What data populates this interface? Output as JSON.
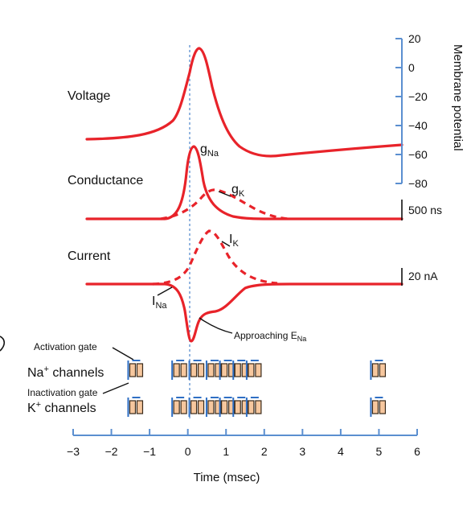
{
  "rows": {
    "voltage_label": "Voltage",
    "conductance_label": "Conductance",
    "current_label": "Current"
  },
  "trace_labels": {
    "g_na_main": "g",
    "g_na_sub": "Na",
    "g_k_main": "g",
    "g_k_sub": "K",
    "i_k_main": "I",
    "i_k_sub": "K",
    "i_na_main": "I",
    "i_na_sub": "Na",
    "approaching_main": "Approaching E",
    "approaching_sub": "Na"
  },
  "membrane_axis": {
    "label": "Membrane potential",
    "ticks": [
      "20",
      "0",
      "−20",
      "−40",
      "−60",
      "−80"
    ],
    "tick_values": [
      20,
      0,
      -20,
      -40,
      -60,
      -80
    ]
  },
  "scale_bars": {
    "conductance": "500 ns",
    "current": "20 nA"
  },
  "channels": {
    "activation_gate_label": "Activation gate",
    "na_label_main": "Na",
    "na_label_sup": "+",
    "na_label_tail": " channels",
    "inactivation_gate_label": "Inactivation gate",
    "k_label_main": "K",
    "k_label_sup": "+",
    "k_label_tail": " channels",
    "na_channel_times": [
      -1.35,
      -0.2,
      0.25,
      0.7,
      1.05,
      1.4,
      1.75,
      5.0
    ],
    "k_channel_times": [
      -1.35,
      -0.2,
      0.25,
      0.7,
      1.05,
      1.4,
      1.75,
      5.0
    ]
  },
  "time_axis": {
    "label": "Time (msec)",
    "ticks": [
      "−3",
      "−2",
      "−1",
      "0",
      "1",
      "2",
      "3",
      "4",
      "5",
      "6"
    ],
    "tick_values": [
      -3,
      -2,
      -1,
      0,
      1,
      2,
      3,
      4,
      5,
      6
    ],
    "range": [
      -3,
      6
    ]
  },
  "colors": {
    "trace": "#e8232a",
    "axis": "#5b8fd0",
    "channel_fill": "#f6c79e",
    "gate": "#2f6fc4"
  }
}
